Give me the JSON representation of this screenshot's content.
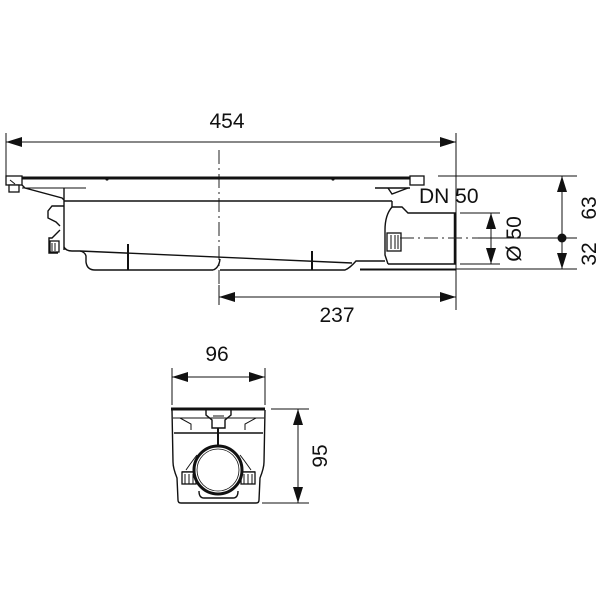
{
  "drawing": {
    "type": "technical-dimension-drawing",
    "line_color": "#111111",
    "background": "#ffffff",
    "side_view": {
      "overall_length": "454",
      "outlet_offset": "237",
      "outlet_label": "DN 50",
      "outlet_diameter": "Ø 50",
      "total_height": "63",
      "outlet_center_height": "32"
    },
    "front_view": {
      "width": "96",
      "height": "95"
    }
  }
}
